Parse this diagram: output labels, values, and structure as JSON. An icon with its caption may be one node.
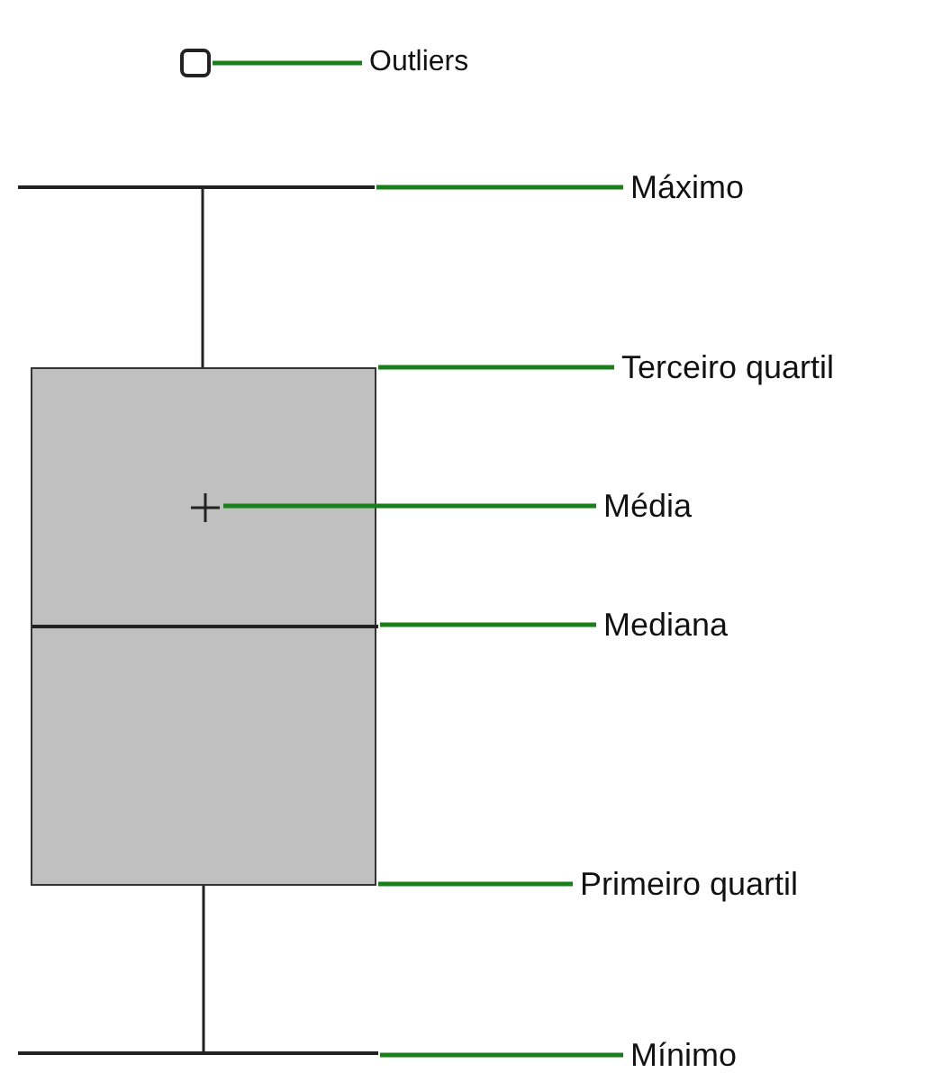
{
  "diagram": {
    "nodes": [
      {
        "text": [],
        "shape": "box"
      },
      {
        "text": [
          "Outliers"
        ]
      },
      {
        "text": [],
        "shape": "line"
      },
      {
        "text": [
          "Máximo"
        ]
      },
      {
        "text": [],
        "shape": "box"
      },
      {
        "text": [
          "Terceiro quartil"
        ]
      },
      {
        "text": [],
        "shape": "cross",
        "in": 4
      },
      {
        "text": [
          "Média"
        ]
      },
      {
        "text": [],
        "shape": "line",
        "in": 4
      },
      {
        "text": [
          "Mediana"
        ]
      },
      {
        "text": [
          "Primeiro quartil"
        ]
      },
      {
        "text": [],
        "shape": "line"
      },
      {
        "text": [
          "Mínimo"
        ]
      }
    ],
    "edges": [
      {
        "from": 1,
        "to": 0,
        "arrow": "none"
      },
      {
        "from": 3,
        "to": 2,
        "arrow": "none"
      },
      {
        "from": 5,
        "to": 4,
        "arrow": "none"
      },
      {
        "from": 7,
        "to": 6,
        "arrow": "none"
      },
      {
        "from": 9,
        "to": 8,
        "arrow": "none"
      },
      {
        "from": 10,
        "to": 4,
        "arrow": "none"
      },
      {
        "from": 12,
        "to": 11,
        "arrow": "none"
      },
      {
        "from": 2,
        "to": 4,
        "arrow": "none",
        "color": "#222222"
      },
      {
        "from": 4,
        "to": 11,
        "arrow": "none",
        "color": "#222222"
      }
    ]
  }
}
